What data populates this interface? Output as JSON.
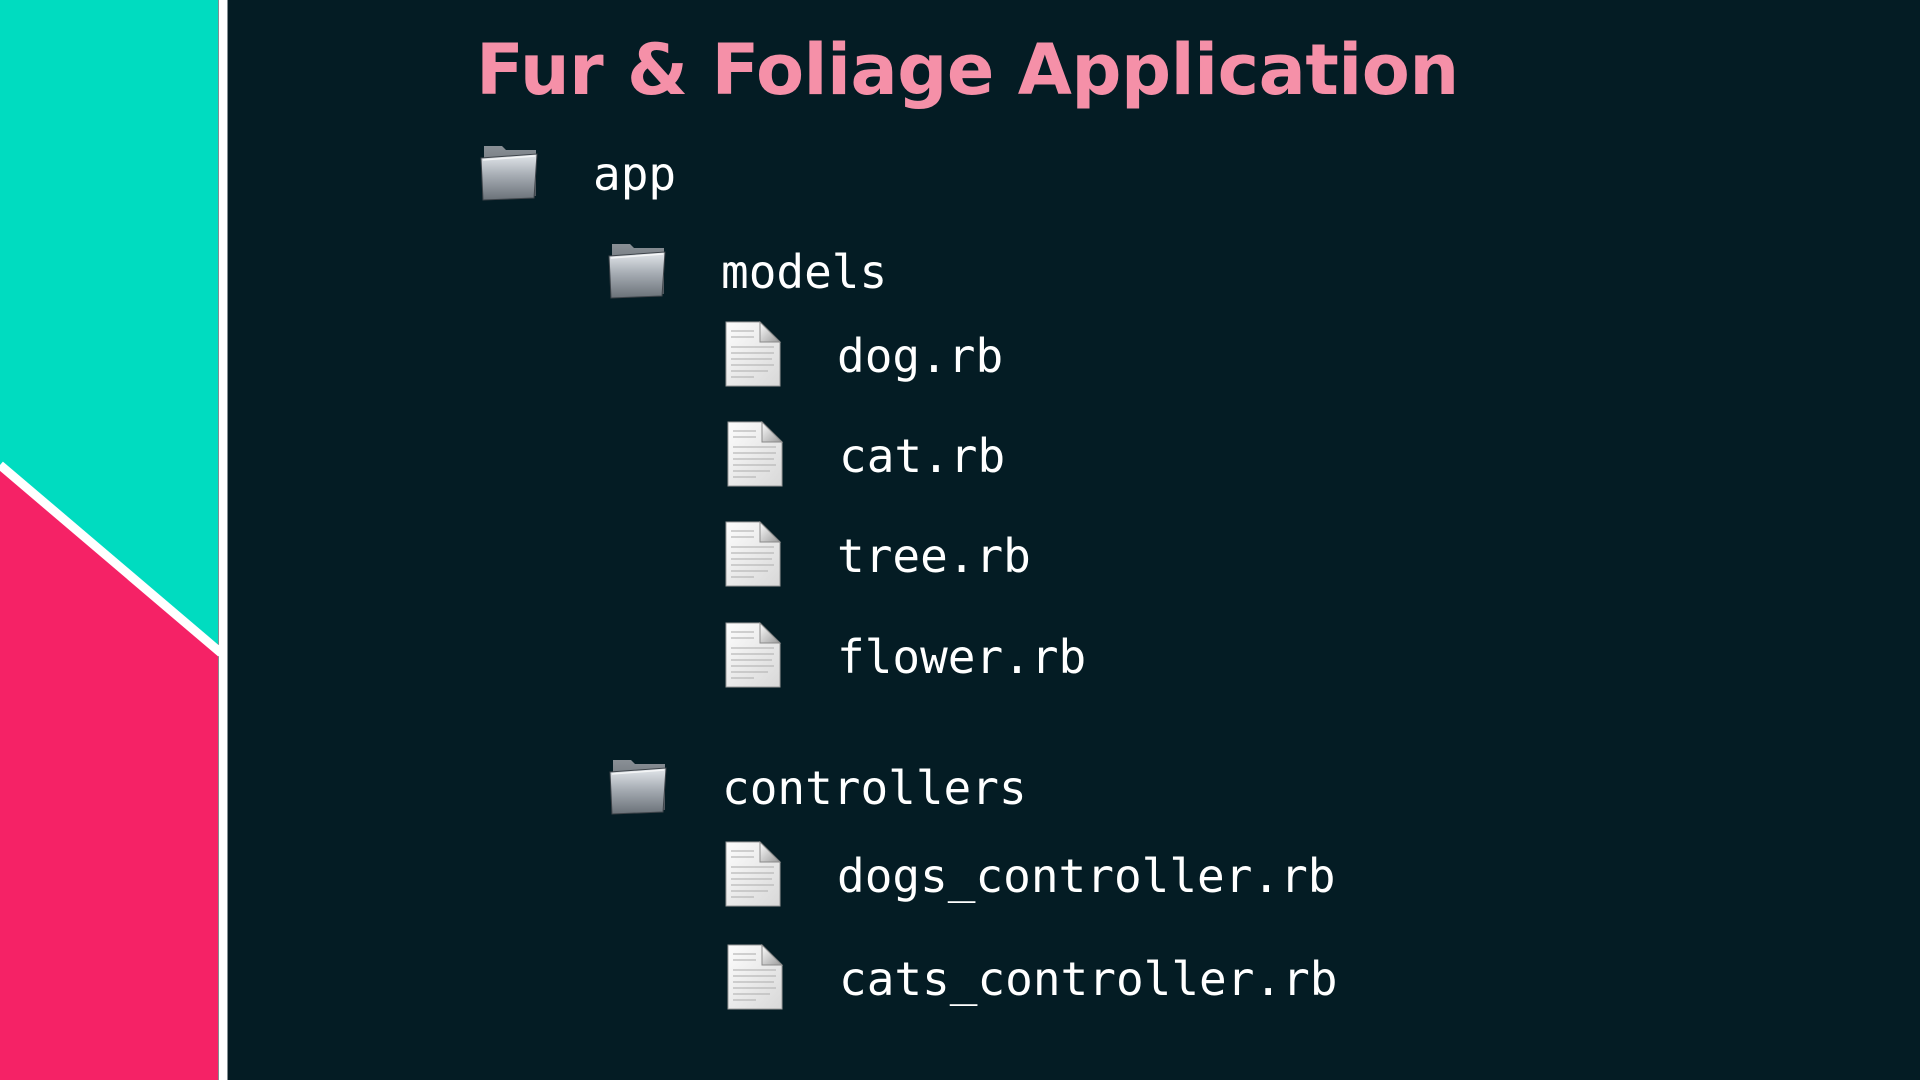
{
  "title": "Fur & Foliage Application",
  "colors": {
    "background": "#041c24",
    "title": "#f590a8",
    "accent_teal": "#00dcc0",
    "accent_pink": "#f52266",
    "label": "#ffffff"
  },
  "tree": {
    "app": {
      "label": "app",
      "icon": "folder-icon"
    },
    "models": {
      "label": "models",
      "icon": "folder-icon"
    },
    "model_files": [
      {
        "label": "dog.rb",
        "icon": "file-icon"
      },
      {
        "label": "cat.rb",
        "icon": "file-icon"
      },
      {
        "label": "tree.rb",
        "icon": "file-icon"
      },
      {
        "label": "flower.rb",
        "icon": "file-icon"
      }
    ],
    "controllers": {
      "label": "controllers",
      "icon": "folder-icon"
    },
    "controller_files": [
      {
        "label": "dogs_controller.rb",
        "icon": "file-icon"
      },
      {
        "label": "cats_controller.rb",
        "icon": "file-icon"
      }
    ]
  }
}
